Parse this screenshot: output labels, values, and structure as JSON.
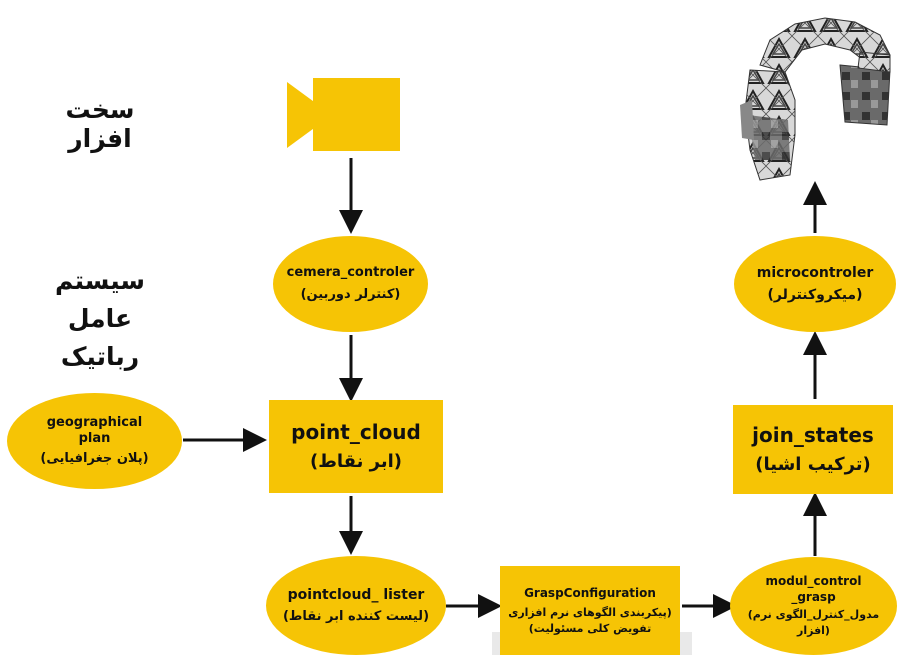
{
  "hardware_label": "سخت افزار",
  "ros_label_line1": "سیستم عامل",
  "ros_label_line2": "رباتیک",
  "camera": {
    "icon": "video-camera-icon",
    "color": "#f6c405"
  },
  "nodes": {
    "camera_controller": {
      "en": "cemera_controler",
      "fa": "(کنترلر دوربین)"
    },
    "geographical_plan": {
      "en_line1": "geographical",
      "en_line2": "plan",
      "fa": "(پلان جغرافیایی)"
    },
    "point_cloud": {
      "en": "point_cloud",
      "fa": "(ابر نقاط)"
    },
    "pointcloud_lister": {
      "en": "pointcloud_ lister",
      "fa": "(لیست کننده ابر نقاط)"
    },
    "grasp_configuration": {
      "en": "GraspConfiguration",
      "fa_line1": "(پیکربندی الگوهای نرم افزاری",
      "fa_line2": "تفویض کلی مسئولیت)"
    },
    "modul_control_grasp": {
      "en_line1": "modul_control",
      "en_line2": "_grasp",
      "fa_line1": "مدول_کنترل_الگوی نرم)",
      "fa_line2": "(افزار"
    },
    "join_states": {
      "en": "join_states",
      "fa": "(ترکیب اشیا)"
    },
    "microcontroler": {
      "en": "microcontroler",
      "fa": "(میکروکنترلر)"
    }
  },
  "colors": {
    "node_fill": "#f6c405",
    "arrow": "#111111"
  },
  "robot_image": {
    "icon": "robot-arm-image"
  }
}
